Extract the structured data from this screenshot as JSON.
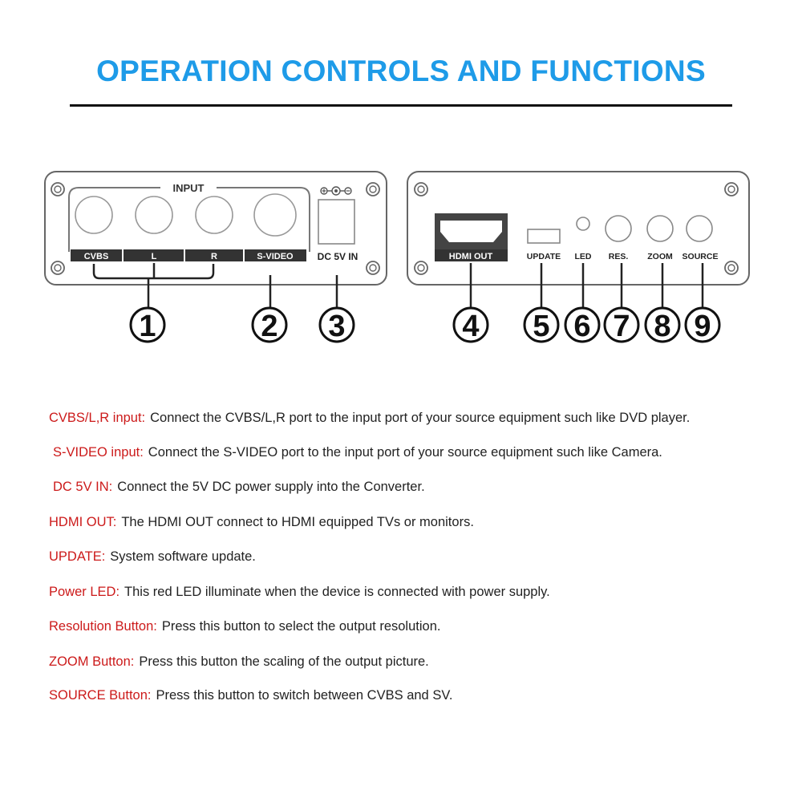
{
  "title": "OPERATION CONTROLS AND FUNCTIONS",
  "colors": {
    "title": "#1e9be8",
    "rule": "#111111",
    "term": "#cc1a1a",
    "text": "#222222",
    "panel_stroke": "#666666",
    "label_bg": "#333333"
  },
  "front_panel": {
    "input_label": "INPUT",
    "port_labels": [
      "CVBS",
      "L",
      "R",
      "S-VIDEO"
    ],
    "power_label": "DC 5V IN"
  },
  "rear_panel": {
    "hdmi_label": "HDMI OUT",
    "control_labels": [
      "UPDATE",
      "LED",
      "RES.",
      "ZOOM",
      "SOURCE"
    ]
  },
  "callouts": [
    "1",
    "2",
    "3",
    "4",
    "5",
    "6",
    "7",
    "8",
    "9"
  ],
  "descriptions": [
    {
      "term": "CVBS/L,R input:",
      "text": "Connect the CVBS/L,R port to the input port of your source equipment such like DVD player."
    },
    {
      "term": "S-VIDEO input:",
      "text": "Connect the S-VIDEO port to the input port of your source equipment such like Camera."
    },
    {
      "term": "DC 5V IN:",
      "text": "Connect the 5V DC power supply into the Converter."
    },
    {
      "term": "HDMI OUT:",
      "text": "The HDMI OUT connect to HDMI equipped TVs or monitors."
    },
    {
      "term": "UPDATE:",
      "text": "System software update."
    },
    {
      "term": "Power LED:",
      "text": "This red LED illuminate when the device is connected with power supply."
    },
    {
      "term": "Resolution Button:",
      "text": "Press this button to select the output resolution."
    },
    {
      "term": "ZOOM Button:",
      "text": "Press this button the scaling of the output picture."
    },
    {
      "term": "SOURCE Button:",
      "text": "Press this button to switch between CVBS and SV."
    }
  ]
}
